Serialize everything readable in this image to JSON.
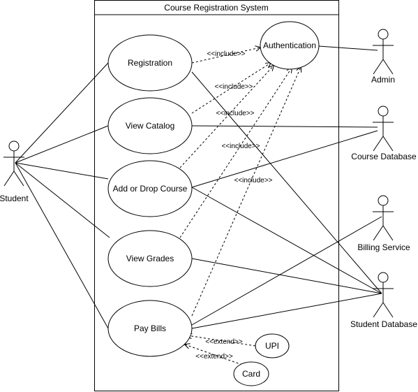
{
  "system": {
    "title": "Course Registration System"
  },
  "use_cases": {
    "registration": "Registration",
    "view_catalog": "View Catalog",
    "add_drop": "Add or Drop Course",
    "view_grades": "View Grades",
    "pay_bills": "Pay Bills",
    "authentication": "Authentication",
    "upi": "UPI",
    "card": "Card"
  },
  "actors": {
    "student": "Student",
    "admin": "Admin",
    "course_database": "Course Database",
    "billing_service": "Billing Service",
    "student_database": "Student Database"
  },
  "relations": {
    "include": "<<include>>",
    "extend": "<<extend>>"
  },
  "colors": {
    "stroke": "#000000",
    "fill": "#ffffff"
  }
}
